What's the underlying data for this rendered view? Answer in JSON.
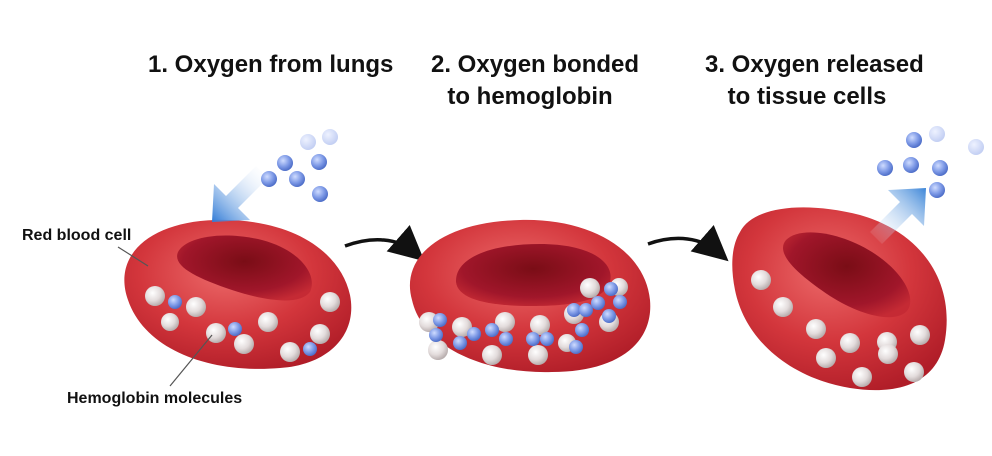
{
  "steps": [
    {
      "lines": [
        "1. Oxygen  from lungs"
      ]
    },
    {
      "lines": [
        "2. Oxygen bonded",
        "to hemoglobin"
      ]
    },
    {
      "lines": [
        "3. Oxygen released",
        "to tissue cells"
      ]
    }
  ],
  "labels": {
    "red_blood_cell": "Red blood cell",
    "hemoglobin": "Hemoglobin molecules"
  },
  "colors": {
    "cell": "#d3363c",
    "cell_dark": "#9e1420",
    "hemoglobin": "#d9d3d3",
    "oxygen": "#6f8fe0",
    "arrow_blue": "#3d86d8",
    "process_arrow": "#111111"
  }
}
